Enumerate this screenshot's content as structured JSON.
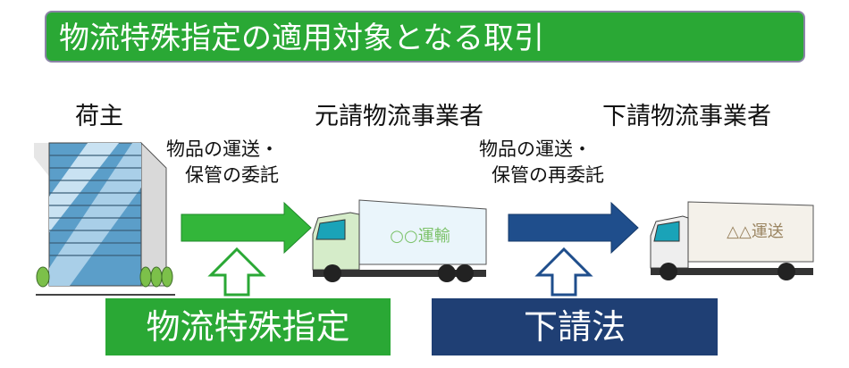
{
  "title": "物流特殊指定の適用対象となる取引",
  "parties": {
    "shipper": "荷主",
    "prime": "元請物流事業者",
    "sub": "下請物流事業者"
  },
  "flows": {
    "first": {
      "line1": "物品の運送・",
      "line2": "保管の委託"
    },
    "second": {
      "line1": "物品の運送・",
      "line2": "保管の再委託"
    }
  },
  "truck_labels": {
    "prime": "○○運輸",
    "sub": "△△運送"
  },
  "laws": {
    "first": "物流特殊指定",
    "second": "下請法"
  },
  "colors": {
    "green": "#2aa835",
    "navy": "#1f3f74",
    "arrow_green": "#33b63a",
    "arrow_navy": "#1f4e8c"
  }
}
